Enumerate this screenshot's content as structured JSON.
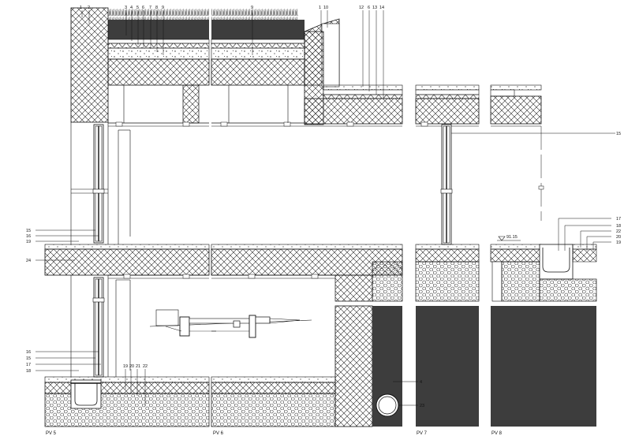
{
  "drawing": {
    "panels": [
      {
        "id": "pv5",
        "label": "PV 5"
      },
      {
        "id": "pv6",
        "label": "PV 6"
      },
      {
        "id": "pv7",
        "label": "PV 7"
      },
      {
        "id": "pv8",
        "label": "PV 8"
      }
    ],
    "callouts": {
      "top_pv5": [
        "1",
        "2",
        "3",
        "4",
        "5",
        "6",
        "7",
        "8",
        "9"
      ],
      "top_pv6": [
        "9",
        "1",
        "10",
        "12",
        "6",
        "13",
        "14"
      ],
      "pv7_right": "15",
      "pv8_right": [
        "17",
        "18",
        "22",
        "20",
        "19"
      ],
      "level_mark": "91.15",
      "pv5_left_upper": [
        "15",
        "16",
        "19",
        "24"
      ],
      "pv5_left_lower": [
        "16",
        "15",
        "17",
        "18"
      ],
      "pv5_bottom": [
        "19",
        "20",
        "21",
        "22"
      ],
      "pv6_bottom": [
        "4",
        "23"
      ]
    },
    "colors": {
      "line": "#111111",
      "dark_fill": "#3d3d3d",
      "hatch": "#222222",
      "background": "#ffffff"
    }
  }
}
